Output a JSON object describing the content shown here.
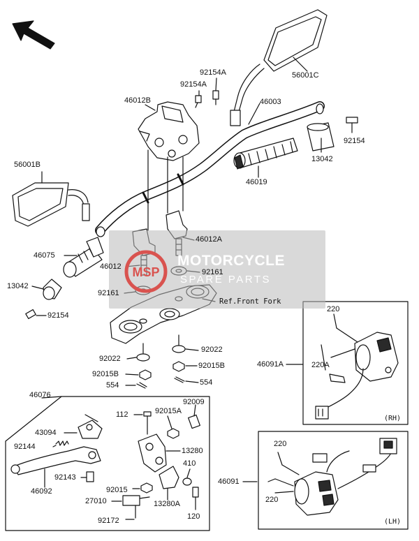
{
  "watermark": {
    "title": "MOTORCYCLE",
    "subtitle": "SPARE PARTS",
    "logo_text": "MSP"
  },
  "labels": {
    "p56001C": "56001C",
    "p92154A_1": "92154A",
    "p92154A_2": "92154A",
    "p46012B": "46012B",
    "p46003": "46003",
    "p92154_top": "92154",
    "p13042_top": "13042",
    "p46019": "46019",
    "p56001B": "56001B",
    "p46012A": "46012A",
    "p46075": "46075",
    "p46012": "46012",
    "p92161_r": "92161",
    "p13042_l": "13042",
    "p92161_l": "92161",
    "ref_front_fork": "Ref.Front Fork",
    "p92154_l": "92154",
    "p92022_r": "92022",
    "p92022_l": "92022",
    "p92015B_r": "92015B",
    "p92015B_l": "92015B",
    "p554_l": "554",
    "p554_r": "554",
    "p46076": "46076",
    "p112": "112",
    "p92015A": "92015A",
    "p92009": "92009",
    "p43094": "43094",
    "p92144": "92144",
    "p13280": "13280",
    "p410": "410",
    "p92143": "92143",
    "p46092": "46092",
    "p92015": "92015",
    "p27010": "27010",
    "p13280A": "13280A",
    "p92172": "92172",
    "p120": "120",
    "p220_rh": "220",
    "p46091A": "46091A",
    "p220A": "220A",
    "rh": "(RH)",
    "p220_lh1": "220",
    "p46091": "46091",
    "p220_lh2": "220",
    "lh": "(LH)"
  },
  "colors": {
    "line": "#111111",
    "part_fill": "#ffffff",
    "dark_fill": "#2a2a2a",
    "watermark_bg": "#b9b9b9",
    "watermark_logo": "#d9534f"
  }
}
